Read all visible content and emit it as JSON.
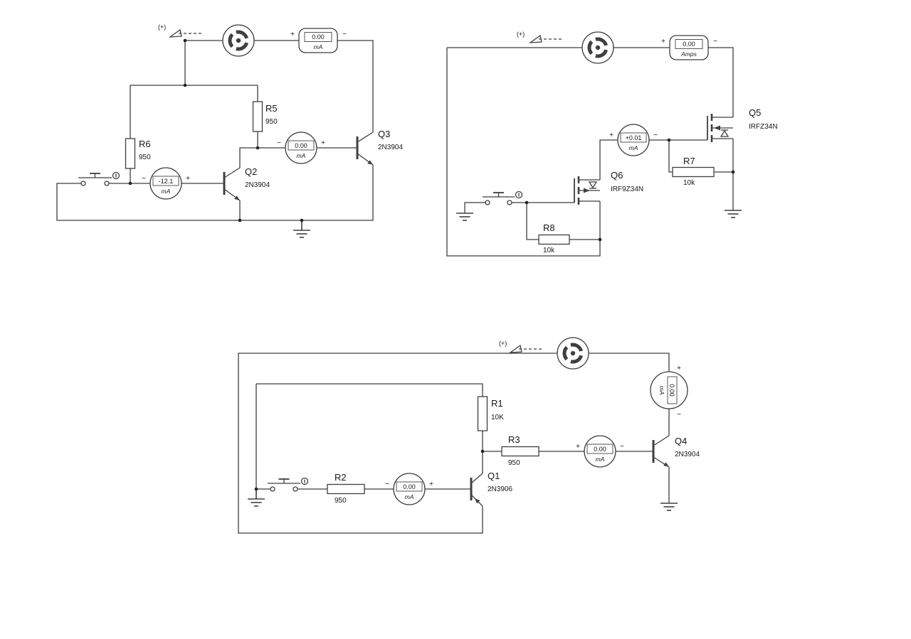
{
  "canvas": {
    "background": "#ffffff",
    "line_color": "#3f3f3f"
  },
  "c1": {
    "supply_label": "(+)",
    "meter_top": {
      "value": "0.00",
      "unit": "mA",
      "sign_left": "+",
      "sign_right": "−"
    },
    "meter_drive": {
      "value": "0.00",
      "unit": "mA",
      "sign_left": "−",
      "sign_right": "+"
    },
    "meter_base": {
      "value": "-12.1",
      "unit": "mA",
      "sign_left": "−",
      "sign_right": "+"
    },
    "r5": {
      "ref": "R5",
      "value": "950"
    },
    "r6": {
      "ref": "R6",
      "value": "950"
    },
    "q2": {
      "ref": "Q2",
      "part": "2N3904"
    },
    "q3": {
      "ref": "Q3",
      "part": "2N3904"
    }
  },
  "c2": {
    "supply_label": "(+)",
    "meter_top": {
      "value": "0.00",
      "unit": "Amps",
      "sign_left": "+",
      "sign_right": "−"
    },
    "meter_gate": {
      "value": "+0.01",
      "unit": "mA",
      "sign_left": "+",
      "sign_right": "−"
    },
    "r7": {
      "ref": "R7",
      "value": "10k"
    },
    "r8": {
      "ref": "R8",
      "value": "10k"
    },
    "q5": {
      "ref": "Q5",
      "part": "IRFZ34N"
    },
    "q6": {
      "ref": "Q6",
      "part": "IRF9Z34N"
    }
  },
  "c3": {
    "supply_label": "(+)",
    "meter_collector": {
      "value": "0.00",
      "unit": "mA",
      "sign_top": "+",
      "sign_bottom": "−"
    },
    "meter_q4": {
      "value": "0.00",
      "unit": "mA",
      "sign_left": "+",
      "sign_right": "−"
    },
    "meter_q1": {
      "value": "0.00",
      "unit": "mA",
      "sign_left": "−",
      "sign_right": "+"
    },
    "r1": {
      "ref": "R1",
      "value": "10K"
    },
    "r2": {
      "ref": "R2",
      "value": "950"
    },
    "r3": {
      "ref": "R3",
      "value": "950"
    },
    "q1": {
      "ref": "Q1",
      "part": "2N3906"
    },
    "q4": {
      "ref": "Q4",
      "part": "2N3904"
    }
  }
}
